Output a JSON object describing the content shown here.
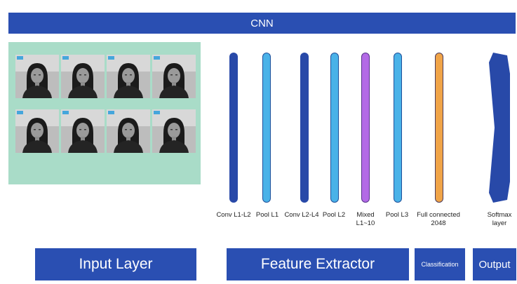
{
  "title": "CNN",
  "layers": [
    {
      "label": "Conv L1-L2",
      "style": "dark"
    },
    {
      "label": "Pool L1",
      "style": "light"
    },
    {
      "label": "Conv L2-L4",
      "style": "dark"
    },
    {
      "label": "Pool L2",
      "style": "light"
    },
    {
      "label": "Mixed\nL1~10",
      "style": "mixed"
    },
    {
      "label": "Pool L3",
      "style": "light"
    },
    {
      "label": "Full connected\n2048",
      "style": "fc"
    }
  ],
  "softmax_label": "Softmax\nlayer",
  "sections": {
    "input": "Input Layer",
    "feature": "Feature Extractor",
    "classification": "Classification",
    "output": "Output"
  },
  "colors": {
    "banner": "#2a4fb2",
    "conv": "#2849a8",
    "pool": "#4ab2e8",
    "mixed": "#b36ae6",
    "fully_connected": "#f0a448",
    "input_panel": "#a9dcc8"
  },
  "input_image_count": 8
}
